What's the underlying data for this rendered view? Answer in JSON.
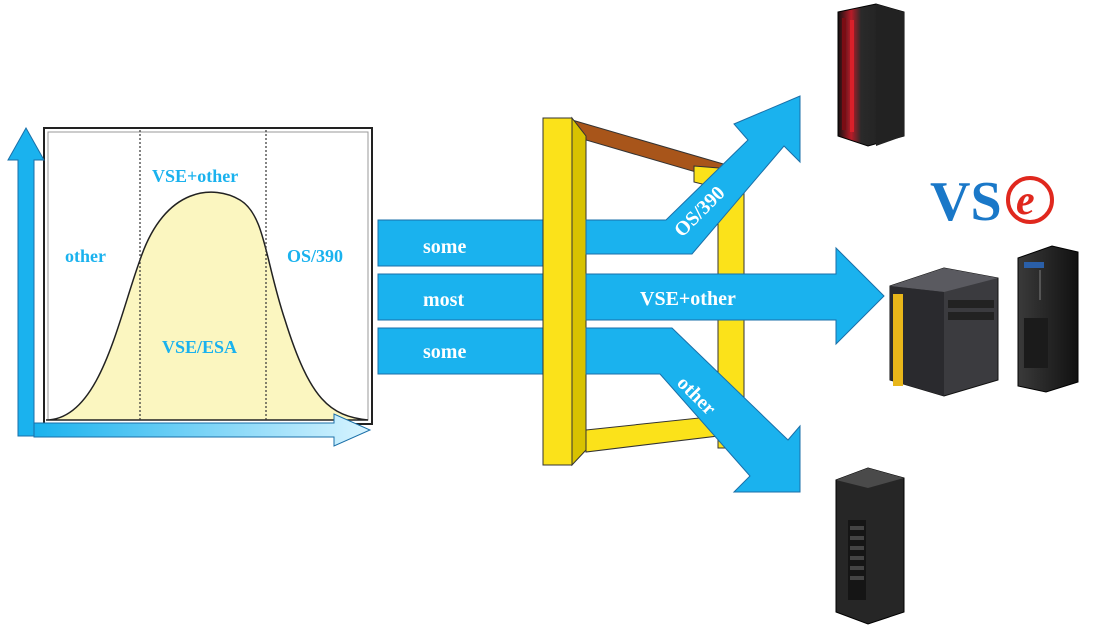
{
  "colors": {
    "arrow": "#1ab2ee",
    "arrow_stroke": "#1a6fa8",
    "curve_fill": "#fbf6c0",
    "frame_yellow": "#fbe21a",
    "frame_yellow_dark": "#d8c200",
    "frame_brown": "#a8551a",
    "logo_blue": "#1a78c8",
    "logo_red": "#e0281e"
  },
  "distribution": {
    "label_left": "other",
    "label_top": "VSE+other",
    "label_center": "VSE/ESA",
    "label_right": "OS/390"
  },
  "inputs": {
    "top": "some",
    "middle": "most",
    "bottom": "some"
  },
  "outputs": {
    "up": "OS/390",
    "straight": "VSE+other",
    "down": "other"
  },
  "logo": {
    "prefix": "VS",
    "letter": "e"
  },
  "icons": {
    "server_top": "mainframe-server-icon",
    "server_middle_a": "tower-server-icon",
    "server_middle_b": "rack-server-icon",
    "server_bottom": "tower-server-icon"
  }
}
